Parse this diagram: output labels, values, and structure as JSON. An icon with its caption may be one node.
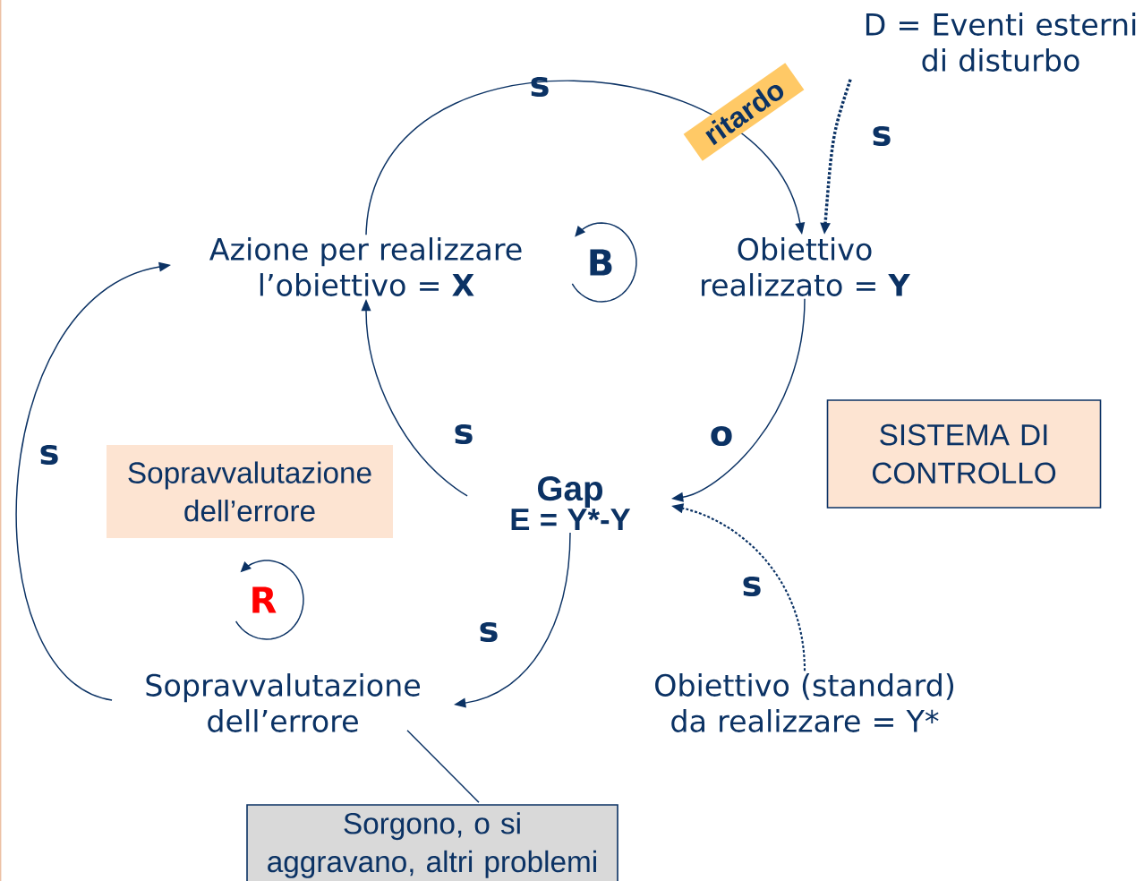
{
  "diagram": {
    "nodes": [
      {
        "text": [
          "Azione per realizzare l’obiettivo = **X**"
        ]
      },
      {
        "text": [
          "Obiettivo realizzato = **Y**"
        ]
      },
      {
        "text": [
          "D = Eventi esterni di disturbo"
        ]
      },
      {
        "text": [
          "Gap",
          "E = Y*-Y"
        ]
      },
      {
        "text": [
          "Sopravvalutazione dell’errore"
        ]
      },
      {
        "text": [
          "Obiettivo (standard) da realizzare = Y*"
        ]
      },
      {
        "text": [
          "Sorgono, o si aggravano, altri problemi"
        ]
      },
      {
        "text": [
          "SISTEMA DI CONTROLLO"
        ]
      },
      {
        "text": [
          "Sopravvalutazione dell’errore"
        ]
      }
    ],
    "edges": [
      {
        "from": 0,
        "to": 1,
        "arrow": "to",
        "label": "s"
      },
      {
        "from": 2,
        "to": 1,
        "arrow": "to",
        "label": "s",
        "style": "dashed"
      },
      {
        "from": 1,
        "to": 3,
        "arrow": "to",
        "label": "o"
      },
      {
        "from": 3,
        "to": 0,
        "arrow": "to",
        "label": "s"
      },
      {
        "from": 5,
        "to": 3,
        "arrow": "to",
        "label": "s",
        "style": "dashed"
      },
      {
        "from": 3,
        "to": 4,
        "arrow": "to",
        "label": "s"
      },
      {
        "from": 4,
        "to": 0,
        "arrow": "to",
        "label": "s"
      },
      {
        "from": 4,
        "to": 6,
        "arrow": "none"
      }
    ],
    "labels": [
      "ritardo",
      "B",
      "R"
    ]
  }
}
